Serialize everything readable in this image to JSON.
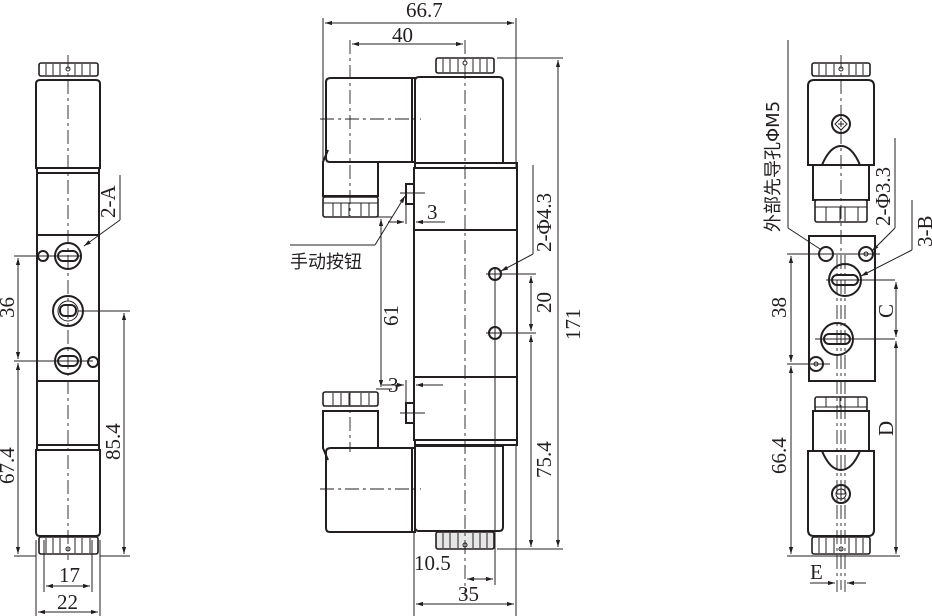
{
  "drawing": {
    "type": "double solenoid valve dimensioned drawing",
    "colors": {
      "line": "#231f20",
      "background": "#ffffff"
    },
    "views": {
      "left_view": {
        "labels": {
          "port_a": "2-A",
          "dim_36": "36",
          "dim_67_4": "67.4",
          "dim_85_4": "85.4",
          "dim_17": "17",
          "dim_22": "22"
        }
      },
      "front_view": {
        "labels": {
          "dim_66_7": "66.7",
          "dim_40": "40",
          "dim_3_top": "3",
          "dim_3_bottom": "3",
          "manual_button": "手动按钮",
          "dim_61": "61",
          "mount_holes": "2-Φ4.3",
          "dim_20": "20",
          "dim_171": "171",
          "dim_75_4": "75.4",
          "dim_10_5": "10.5",
          "dim_35": "35"
        }
      },
      "right_view": {
        "labels": {
          "external_pilot": "外部先导孔ΦM5",
          "holes_3_3": "2-Φ3.3",
          "port_b": "3-B",
          "dim_38": "38",
          "dim_c": "C",
          "dim_d": "D",
          "dim_66_4": "66.4",
          "dim_e": "E"
        }
      }
    }
  }
}
